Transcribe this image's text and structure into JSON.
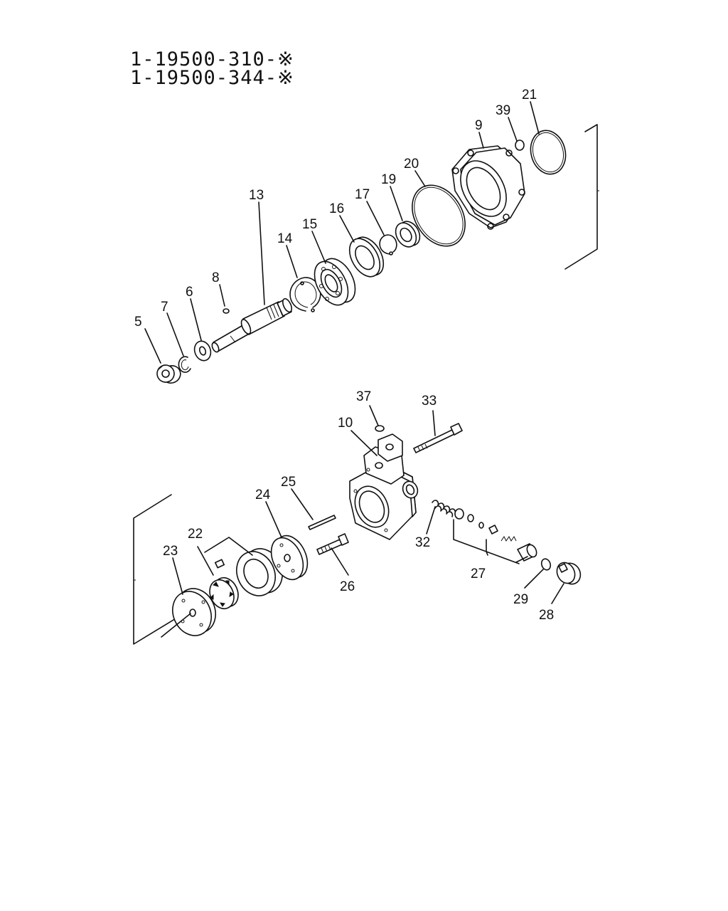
{
  "header": {
    "part_numbers": [
      "1-19500-310-※",
      "1-19500-344-※"
    ]
  },
  "callouts": [
    {
      "id": "5",
      "label": "5"
    },
    {
      "id": "6",
      "label": "6"
    },
    {
      "id": "7",
      "label": "7"
    },
    {
      "id": "8",
      "label": "8"
    },
    {
      "id": "9",
      "label": "9"
    },
    {
      "id": "10",
      "label": "10"
    },
    {
      "id": "13",
      "label": "13"
    },
    {
      "id": "14",
      "label": "14"
    },
    {
      "id": "15",
      "label": "15"
    },
    {
      "id": "16",
      "label": "16"
    },
    {
      "id": "17",
      "label": "17"
    },
    {
      "id": "19",
      "label": "19"
    },
    {
      "id": "20",
      "label": "20"
    },
    {
      "id": "21",
      "label": "21"
    },
    {
      "id": "22",
      "label": "22"
    },
    {
      "id": "23",
      "label": "23"
    },
    {
      "id": "24",
      "label": "24"
    },
    {
      "id": "25",
      "label": "25"
    },
    {
      "id": "26",
      "label": "26"
    },
    {
      "id": "27",
      "label": "27"
    },
    {
      "id": "28",
      "label": "28"
    },
    {
      "id": "29",
      "label": "29"
    },
    {
      "id": "32",
      "label": "32"
    },
    {
      "id": "33",
      "label": "33"
    },
    {
      "id": "37",
      "label": "37"
    },
    {
      "id": "39",
      "label": "39"
    }
  ]
}
